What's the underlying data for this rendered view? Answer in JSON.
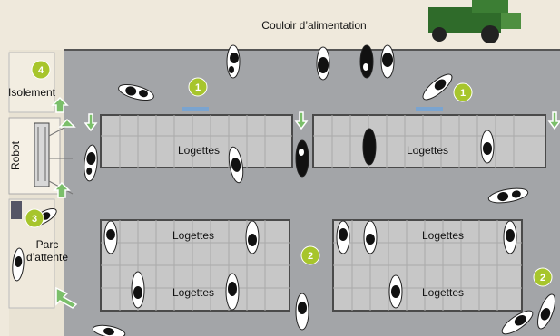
{
  "labels": {
    "feed_alley": "Couloir d’alimentation",
    "isolation": "Isolement",
    "robot": "Robot",
    "waiting_area_line1": "Parc",
    "waiting_area_line2": "d’attente",
    "stalls": "Logettes"
  },
  "markers": [
    "1",
    "1",
    "2",
    "2",
    "3",
    "4"
  ],
  "colors": {
    "floor": "#a3a5a8",
    "surround": "#efe9dc",
    "stall_fill": "#c7c7c7",
    "stall_border": "#4a4a4a",
    "marker": "#a7c52c",
    "robot_arrow": "#7bbf6a"
  }
}
